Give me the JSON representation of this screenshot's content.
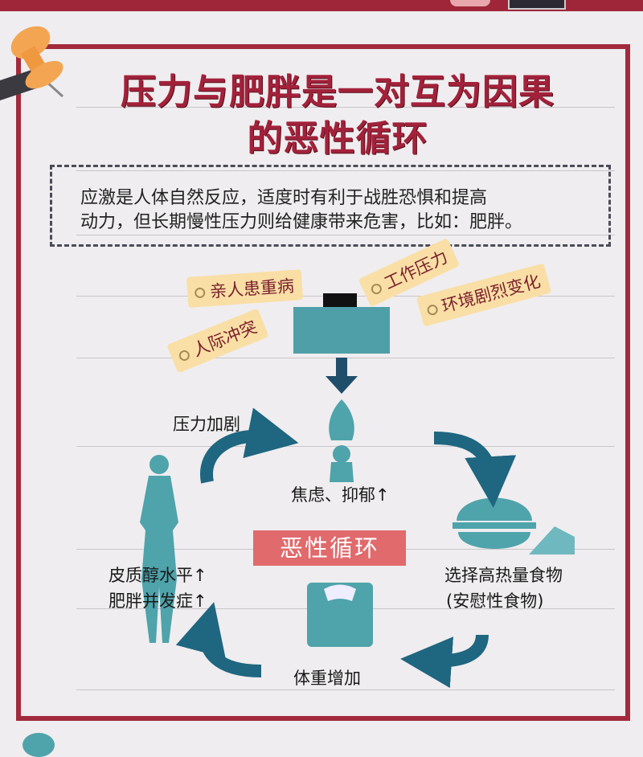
{
  "title": {
    "line1": "压力与肥胖是一对互为因果",
    "line2": "的恶性循环"
  },
  "intro": {
    "line1": "应激是人体自然反应，适度时有利于战胜恐惧和提高",
    "line2": "动力，但长期慢性压力则给健康带来危害，比如：肥胖。"
  },
  "stressors": [
    "亲人患重病",
    "工作压力",
    "环境剧烈变化",
    "人际冲突"
  ],
  "cycle": {
    "center_label": "恶性循环",
    "stress_increase": "压力加剧",
    "anxiety": "焦虑、抑郁↑",
    "food_line1": "选择高热量食物",
    "food_line2": "(安慰性食物)",
    "weight": "体重增加",
    "cortisol_line1": "皮质醇水平↑",
    "cortisol_line2": "肥胖并发症↑"
  },
  "colors": {
    "accent": "#a22a3d",
    "teal": "#4fa3ab",
    "dark_teal": "#1d5c78",
    "tag": "#f9dfa6"
  }
}
